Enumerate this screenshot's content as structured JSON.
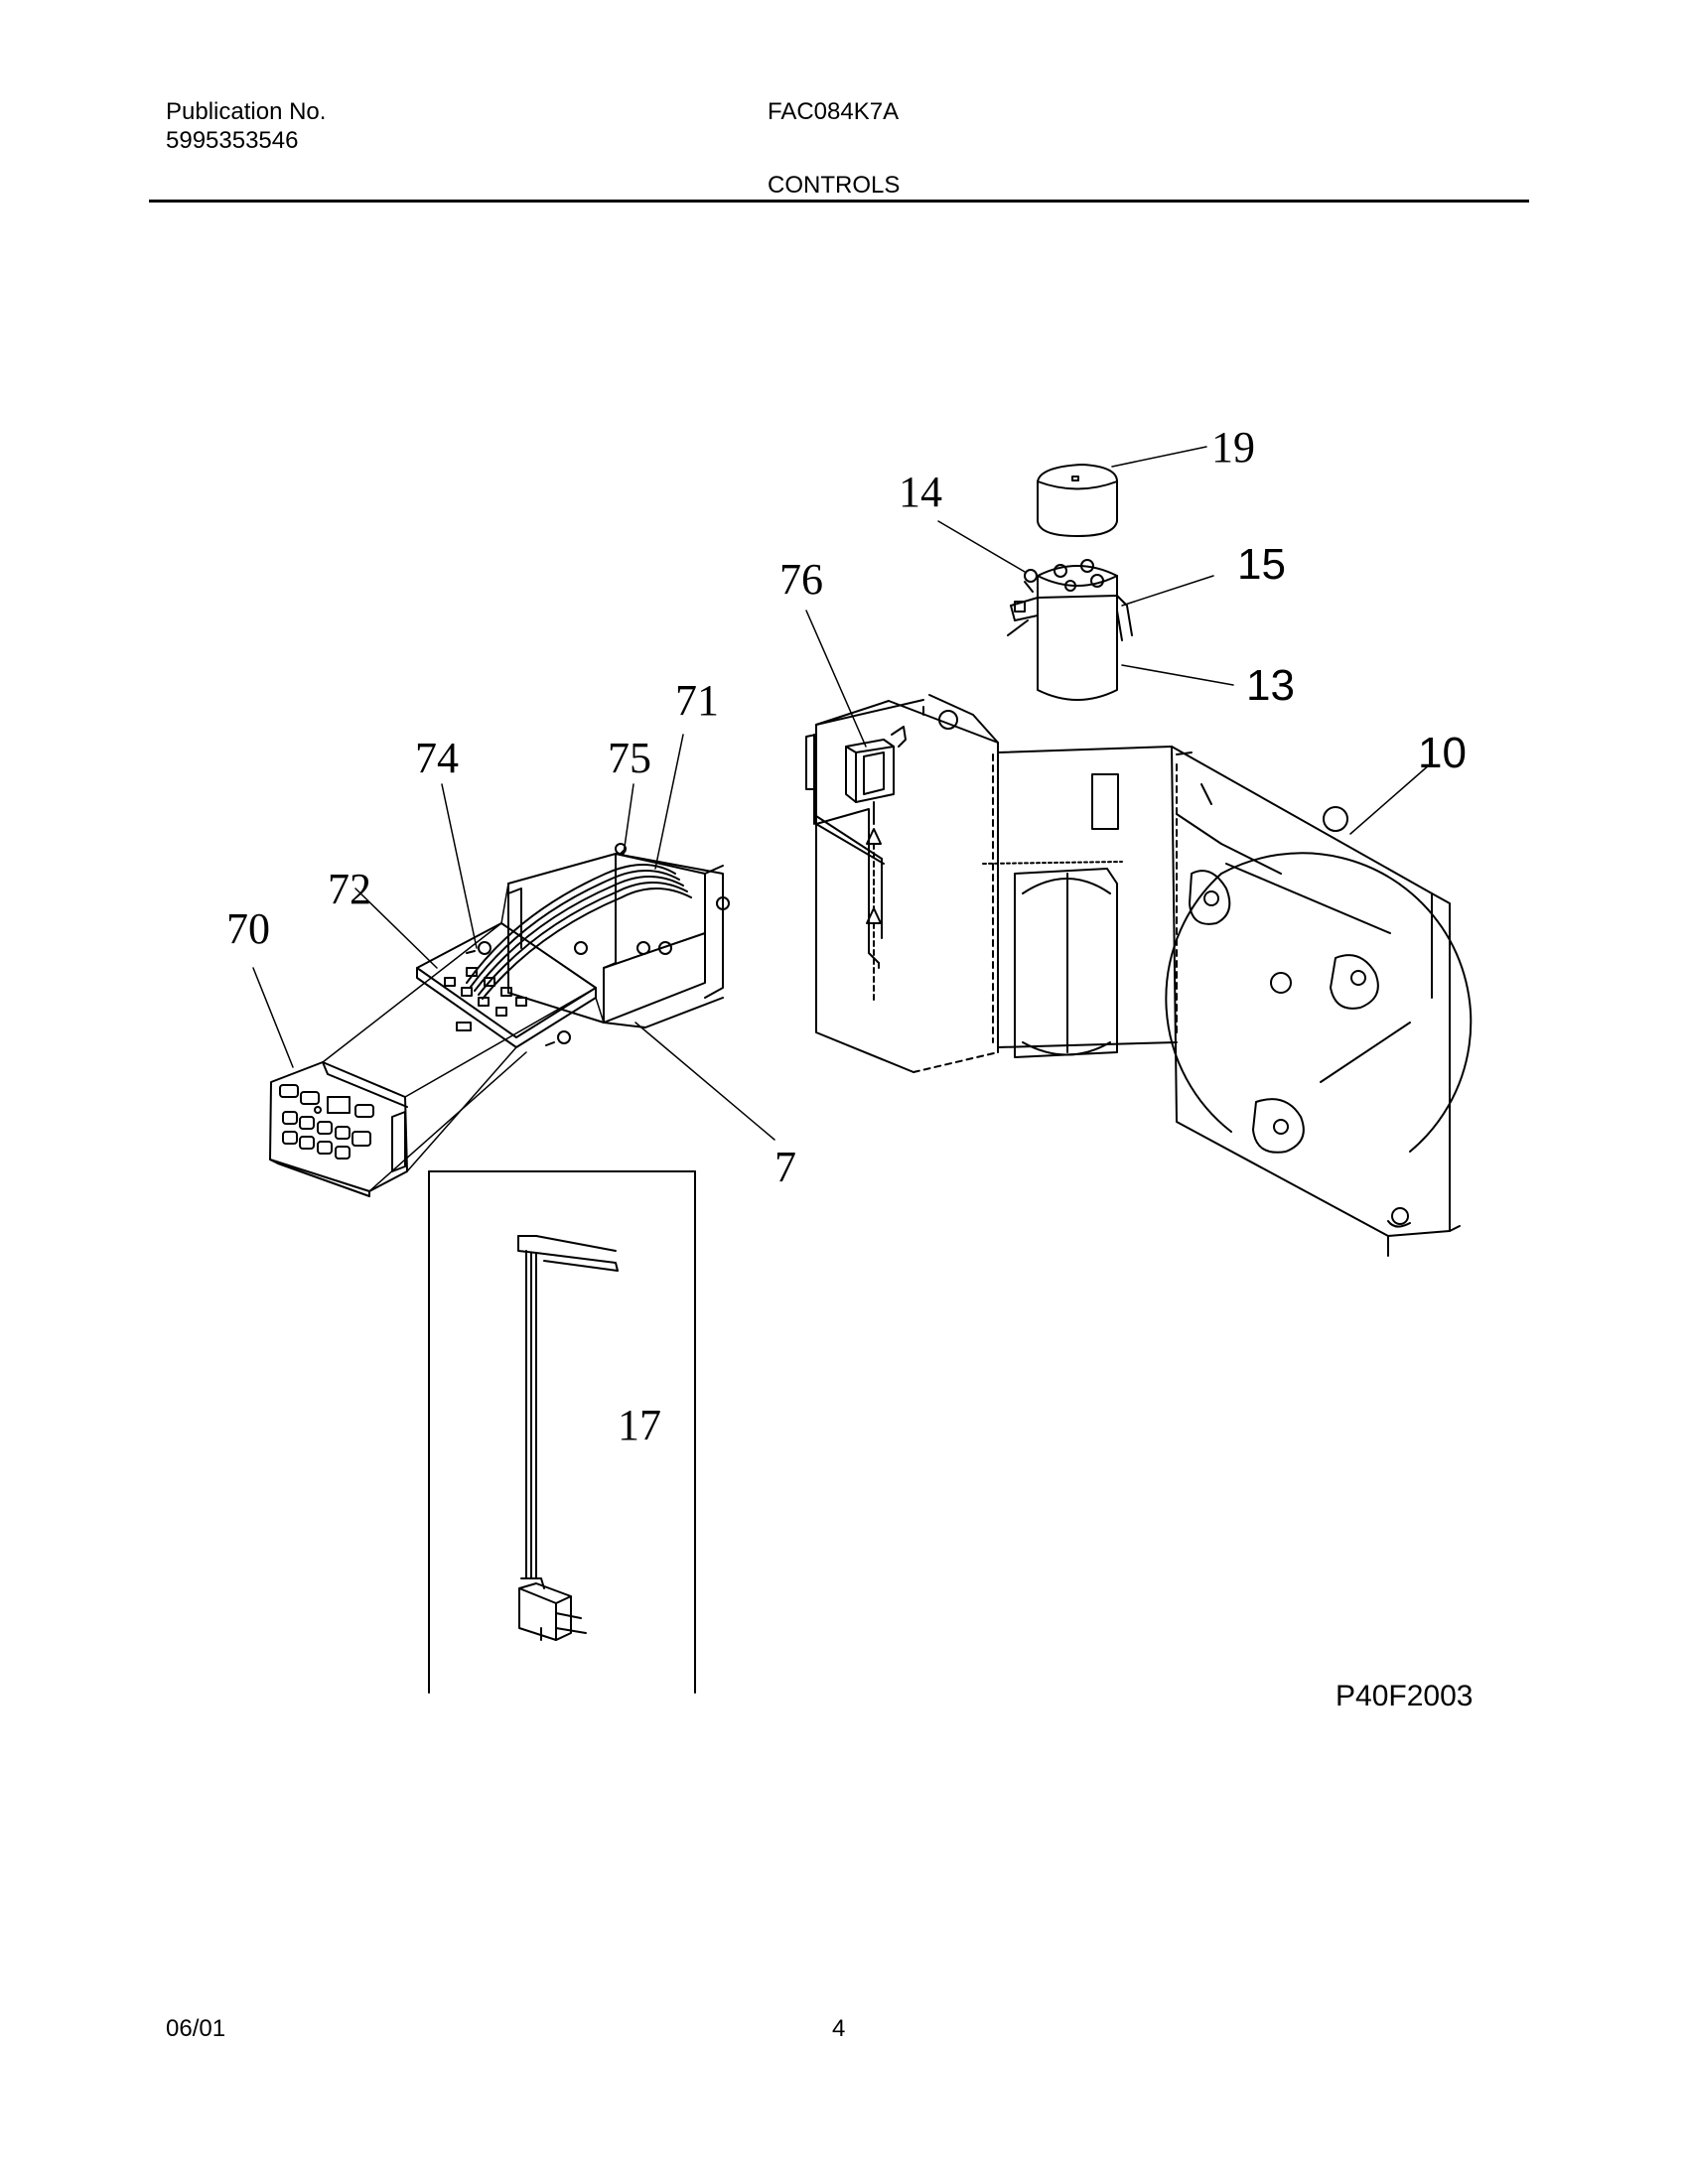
{
  "header": {
    "pub_label": "Publication No.",
    "pub_number": "5995353546",
    "model": "FAC084K7A",
    "section_title": "CONTROLS"
  },
  "diagram": {
    "callouts": {
      "c70": "70",
      "c72": "72",
      "c74": "74",
      "c75": "75",
      "c71": "71",
      "c7": "7",
      "c76": "76",
      "c14": "14",
      "c19": "19",
      "c15": "15",
      "c13": "13",
      "c10": "10",
      "c17": "17"
    },
    "figure_code": "P40F2003"
  },
  "footer": {
    "date": "06/01",
    "page": "4"
  }
}
